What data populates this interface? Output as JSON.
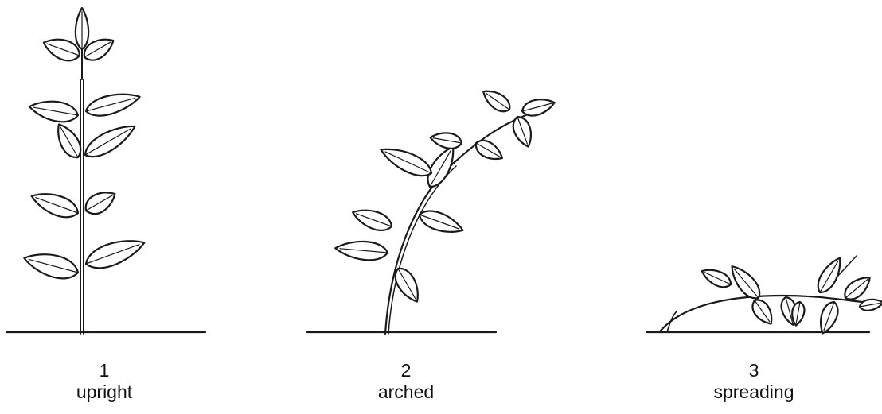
{
  "habits": [
    {
      "number": "1",
      "label": "upright"
    },
    {
      "number": "2",
      "label": "arched"
    },
    {
      "number": "3",
      "label": "spreading"
    }
  ]
}
